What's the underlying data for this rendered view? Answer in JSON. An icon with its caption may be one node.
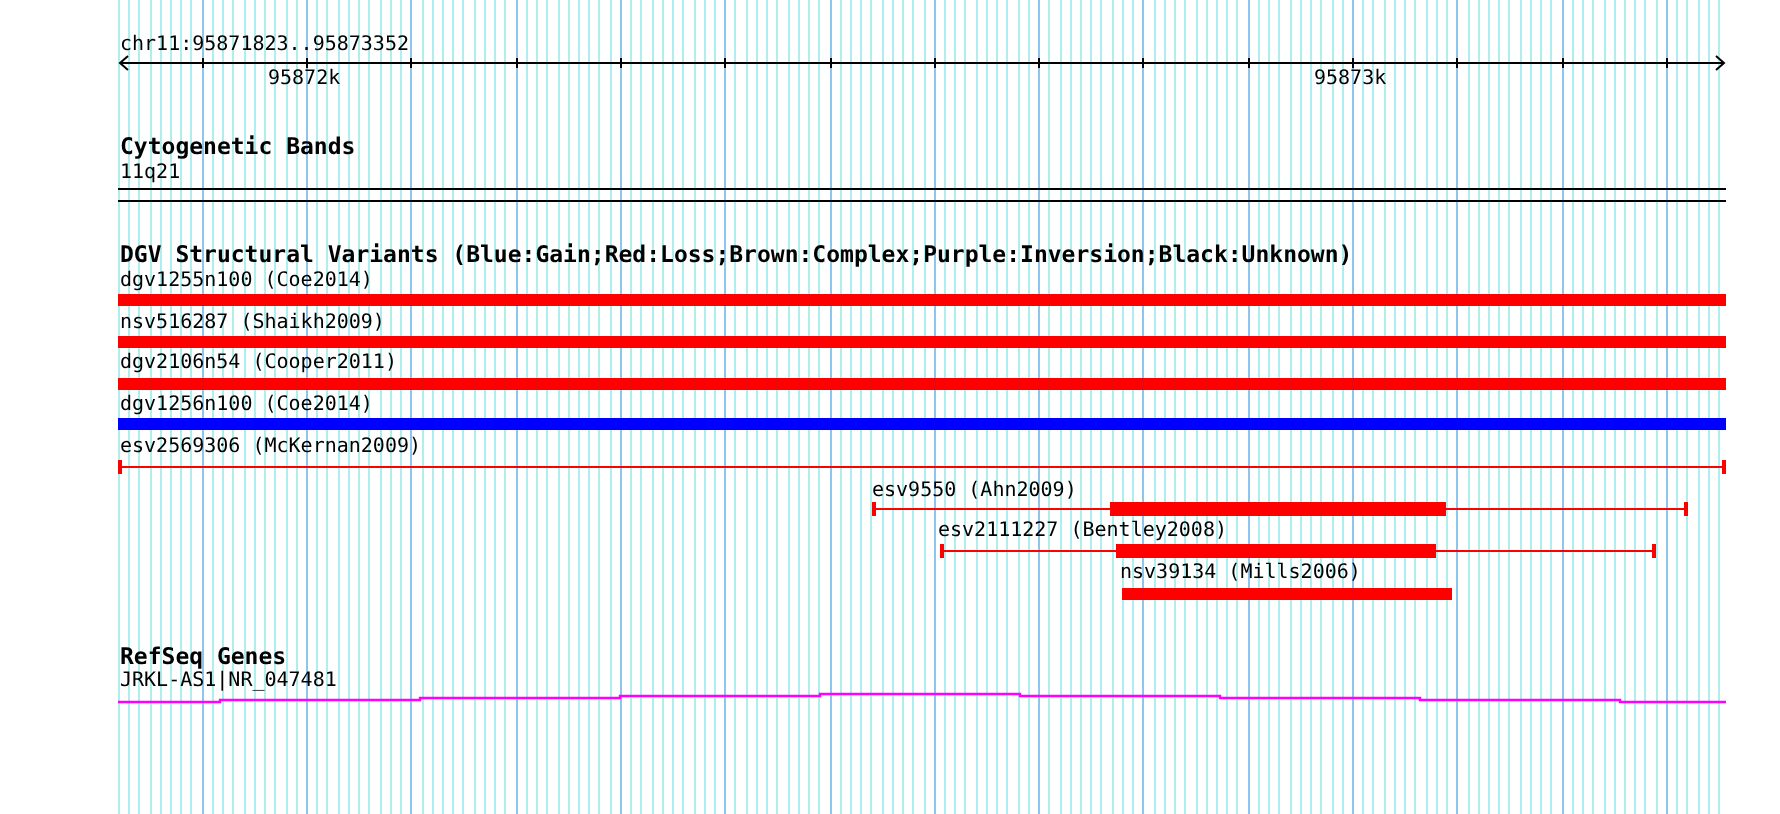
{
  "diagram": {
    "title": "chr11:95871823..95873352",
    "nodes": [
      {
        "text": [
          "11q21"
        ]
      },
      {
        "text": [
          "dgv1255n100 (Coe2014)"
        ]
      },
      {
        "text": [
          "nsv516287 (Shaikh2009)"
        ]
      },
      {
        "text": [
          "dgv2106n54 (Cooper2011)"
        ]
      },
      {
        "text": [
          "dgv1256n100 (Coe2014)"
        ]
      },
      {
        "text": [
          "esv2569306 (McKernan2009)"
        ]
      },
      {
        "text": [
          "esv9550 (Ahn2009)"
        ]
      },
      {
        "text": [
          "esv2111227 (Bentley2008)"
        ]
      },
      {
        "text": [
          "nsv39134 (Mills2006)"
        ]
      },
      {
        "text": [
          "JRKL-AS1|NR_047481"
        ]
      }
    ],
    "labels": [
      "95872k",
      "95873k",
      "Cytogenetic Bands",
      "DGV Structural Variants (Blue:Gain;Red:Loss;Brown:Complex;Purple:Inversion;Black:Unknown)",
      "RefSeq Genes"
    ]
  }
}
